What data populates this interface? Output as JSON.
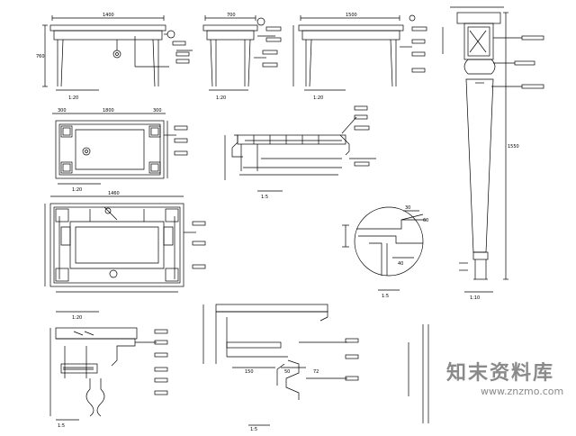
{
  "colors": {
    "line": "#000000",
    "paper": "#ffffff",
    "watermark": "#8a8a8a"
  },
  "watermark": {
    "brand": "知末资料库",
    "url": "www.znzmo.com",
    "icon": "znzmo-logo-icon"
  },
  "dimensions": {
    "top_left_width": "1400",
    "top_left_height": "760",
    "top_mid_width": "700",
    "top_right_width": "1500",
    "plan_width": "1800",
    "plan_side_a": "300",
    "plan_side_b": "300",
    "frame_width": "1460",
    "sec_left": "150",
    "sec_mid": "50",
    "sec_right": "72",
    "leg_total": "1550",
    "plan2_a": "30",
    "plan2_b": "40",
    "plan2_c": "60"
  },
  "scales": {
    "v1": "1:20",
    "v2": "1:20",
    "v3": "1:20",
    "v4": "1:20",
    "v5": "1:20",
    "v6": "1:5",
    "v7": "1:5",
    "v8": "1:10",
    "v9": "1:5",
    "v10": "1:5"
  }
}
